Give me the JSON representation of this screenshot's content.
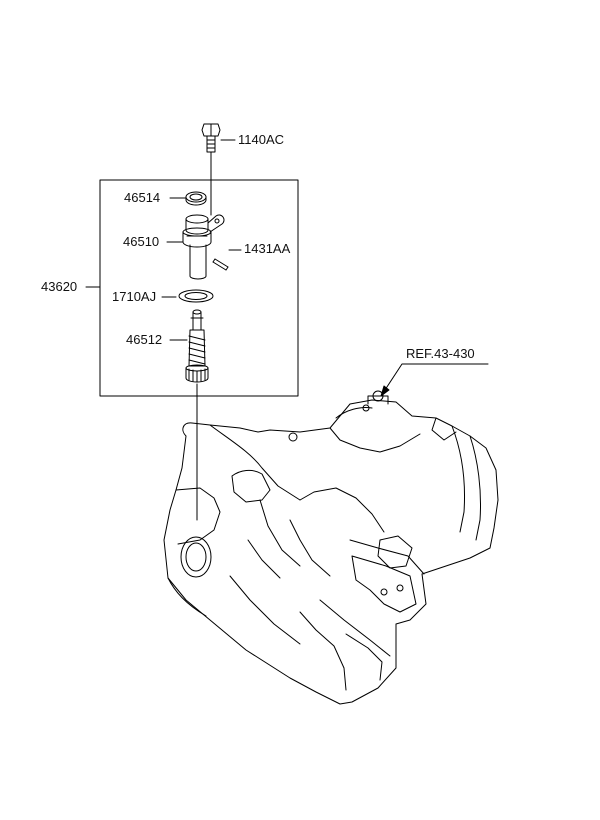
{
  "parts": {
    "bolt": "1140AC",
    "o_ring": "46514",
    "sensor_body": "46510",
    "pin": "1431AA",
    "assembly": "43620",
    "gasket": "1710AJ",
    "driven_gear": "46512"
  },
  "reference": "REF.43-430",
  "colors": {
    "line": "#000000",
    "background": "#ffffff"
  }
}
